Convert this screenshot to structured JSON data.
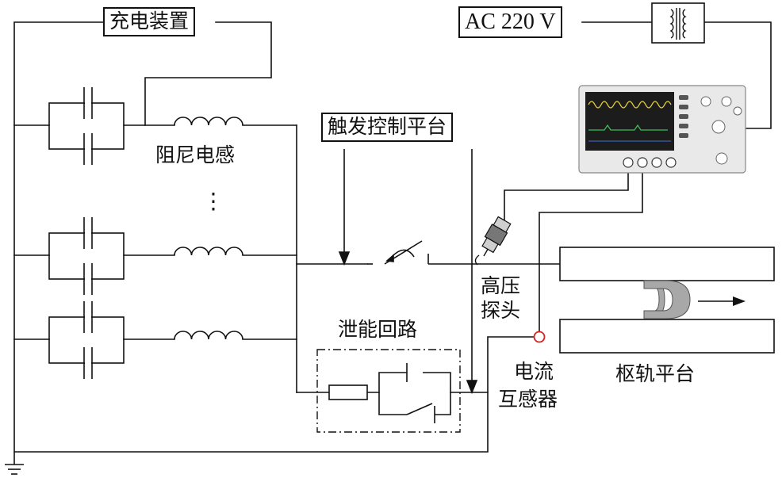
{
  "labels": {
    "charging_device": "充电装置",
    "ac_source": "AC 220 V",
    "trigger_platform": "触发控制平台",
    "damping_inductor": "阻尼电感",
    "energy_release_circuit": "泄能回路",
    "hv_probe_line1": "高压",
    "hv_probe_line2": "探头",
    "current_transformer_line1": "电流",
    "current_transformer_line2": "互感器",
    "rail_platform": "枢轨平台",
    "ellipsis": "⋮"
  },
  "colors": {
    "line": "#111111",
    "current_transformer": "#d62020",
    "armature": "#a8a8a8",
    "scope_body": "#e9e9e9",
    "scope_screen": "#1c1c1c",
    "trace_yellow": "#e6d23a",
    "trace_green": "#3cbf5a"
  },
  "icons": {
    "oscilloscope": "oscilloscope-icon",
    "transformer": "isolation-transformer-icon",
    "ground": "ground-icon",
    "switch": "switch-icon",
    "probe": "hv-probe-icon",
    "arrow": "motion-arrow-icon"
  }
}
